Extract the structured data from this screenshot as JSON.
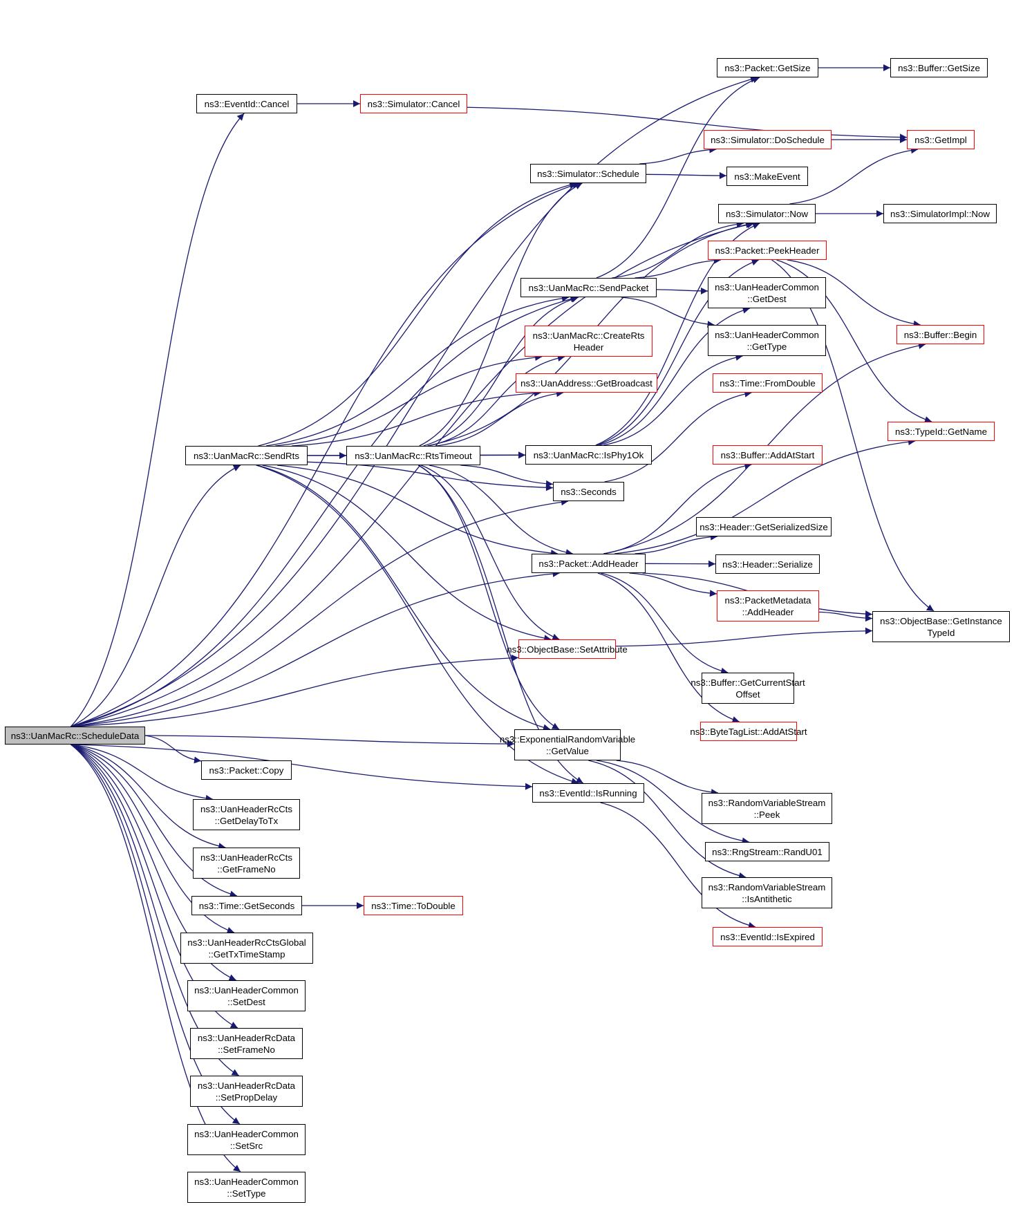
{
  "diagram": {
    "type": "call-graph",
    "root": "ns3::UanMacRc::ScheduleData",
    "colors": {
      "edge": "#191970",
      "border": "#000000",
      "truncated_border": "#ff0000",
      "root_fill": "#bfbfbf"
    },
    "nodes": [
      {
        "id": "ScheduleData",
        "label": "ns3::UanMacRc::ScheduleData",
        "style": "root"
      },
      {
        "id": "PacketGetSize",
        "label": "ns3::Packet::GetSize",
        "style": "normal"
      },
      {
        "id": "BufferGetSize",
        "label": "ns3::Buffer::GetSize",
        "style": "normal"
      },
      {
        "id": "EventIdCancel",
        "label": "ns3::EventId::Cancel",
        "style": "normal"
      },
      {
        "id": "SimulatorCancel",
        "label": "ns3::Simulator::Cancel",
        "style": "red"
      },
      {
        "id": "DoSchedule",
        "label": "ns3::Simulator::DoSchedule",
        "style": "red"
      },
      {
        "id": "GetImpl",
        "label": "ns3::GetImpl",
        "style": "red"
      },
      {
        "id": "Schedule",
        "label": "ns3::Simulator::Schedule",
        "style": "normal"
      },
      {
        "id": "MakeEvent",
        "label": "ns3::MakeEvent",
        "style": "normal"
      },
      {
        "id": "SimNow",
        "label": "ns3::Simulator::Now",
        "style": "normal"
      },
      {
        "id": "SimImplNow",
        "label": "ns3::SimulatorImpl::Now",
        "style": "normal"
      },
      {
        "id": "PeekHeader",
        "label": "ns3::Packet::PeekHeader",
        "style": "red"
      },
      {
        "id": "SendPacket",
        "label": "ns3::UanMacRc::SendPacket",
        "style": "normal"
      },
      {
        "id": "GetDest",
        "label": "ns3::UanHeaderCommon\n::GetDest",
        "style": "normal"
      },
      {
        "id": "CreateRtsHeader",
        "label": "ns3::UanMacRc::CreateRts\nHeader",
        "style": "red"
      },
      {
        "id": "GetType",
        "label": "ns3::UanHeaderCommon\n::GetType",
        "style": "normal"
      },
      {
        "id": "BufferBegin",
        "label": "ns3::Buffer::Begin",
        "style": "red"
      },
      {
        "id": "GetBroadcast",
        "label": "ns3::UanAddress::GetBroadcast",
        "style": "red"
      },
      {
        "id": "FromDouble",
        "label": "ns3::Time::FromDouble",
        "style": "red"
      },
      {
        "id": "SendRts",
        "label": "ns3::UanMacRc::SendRts",
        "style": "normal"
      },
      {
        "id": "RtsTimeout",
        "label": "ns3::UanMacRc::RtsTimeout",
        "style": "normal"
      },
      {
        "id": "IsPhy1Ok",
        "label": "ns3::UanMacRc::IsPhy1Ok",
        "style": "normal"
      },
      {
        "id": "TypeIdGetName",
        "label": "ns3::TypeId::GetName",
        "style": "red"
      },
      {
        "id": "BufferAddAtStart",
        "label": "ns3::Buffer::AddAtStart",
        "style": "red"
      },
      {
        "id": "Seconds",
        "label": "ns3::Seconds",
        "style": "normal"
      },
      {
        "id": "GetSerializedSize",
        "label": "ns3::Header::GetSerializedSize",
        "style": "normal"
      },
      {
        "id": "HeaderSerialize",
        "label": "ns3::Header::Serialize",
        "style": "normal"
      },
      {
        "id": "AddHeader",
        "label": "ns3::Packet::AddHeader",
        "style": "normal"
      },
      {
        "id": "PMAddHeader",
        "label": "ns3::PacketMetadata\n::AddHeader",
        "style": "red"
      },
      {
        "id": "GetInstanceTypeId",
        "label": "ns3::ObjectBase::GetInstance\nTypeId",
        "style": "normal"
      },
      {
        "id": "SetAttribute",
        "label": "ns3::ObjectBase::SetAttribute",
        "style": "red"
      },
      {
        "id": "GetCurrentStartOffset",
        "label": "ns3::Buffer::GetCurrentStart\nOffset",
        "style": "normal"
      },
      {
        "id": "BTLAddAtStart",
        "label": "ns3::ByteTagList::AddAtStart",
        "style": "red"
      },
      {
        "id": "ExpGetValue",
        "label": "ns3::ExponentialRandomVariable\n::GetValue",
        "style": "normal"
      },
      {
        "id": "PacketCopy",
        "label": "ns3::Packet::Copy",
        "style": "normal"
      },
      {
        "id": "IsRunning",
        "label": "ns3::EventId::IsRunning",
        "style": "normal"
      },
      {
        "id": "RVSPeek",
        "label": "ns3::RandomVariableStream\n::Peek",
        "style": "normal"
      },
      {
        "id": "GetDelayToTx",
        "label": "ns3::UanHeaderRcCts\n::GetDelayToTx",
        "style": "normal"
      },
      {
        "id": "RandU01",
        "label": "ns3::RngStream::RandU01",
        "style": "normal"
      },
      {
        "id": "CtsGetFrameNo",
        "label": "ns3::UanHeaderRcCts\n::GetFrameNo",
        "style": "normal"
      },
      {
        "id": "IsAntithetic",
        "label": "ns3::RandomVariableStream\n::IsAntithetic",
        "style": "normal"
      },
      {
        "id": "TimeGetSeconds",
        "label": "ns3::Time::GetSeconds",
        "style": "normal"
      },
      {
        "id": "ToDouble",
        "label": "ns3::Time::ToDouble",
        "style": "red"
      },
      {
        "id": "IsExpired",
        "label": "ns3::EventId::IsExpired",
        "style": "red"
      },
      {
        "id": "GetTxTimeStamp",
        "label": "ns3::UanHeaderRcCtsGlobal\n::GetTxTimeStamp",
        "style": "normal"
      },
      {
        "id": "SetDest",
        "label": "ns3::UanHeaderCommon\n::SetDest",
        "style": "normal"
      },
      {
        "id": "DataSetFrameNo",
        "label": "ns3::UanHeaderRcData\n::SetFrameNo",
        "style": "normal"
      },
      {
        "id": "SetPropDelay",
        "label": "ns3::UanHeaderRcData\n::SetPropDelay",
        "style": "normal"
      },
      {
        "id": "SetSrc",
        "label": "ns3::UanHeaderCommon\n::SetSrc",
        "style": "normal"
      },
      {
        "id": "SetType",
        "label": "ns3::UanHeaderCommon\n::SetType",
        "style": "normal"
      }
    ],
    "edges": [
      [
        "ScheduleData",
        "PacketGetSize"
      ],
      [
        "ScheduleData",
        "EventIdCancel"
      ],
      [
        "ScheduleData",
        "Schedule"
      ],
      [
        "ScheduleData",
        "SimNow"
      ],
      [
        "ScheduleData",
        "SendPacket"
      ],
      [
        "ScheduleData",
        "SendRts"
      ],
      [
        "ScheduleData",
        "Seconds"
      ],
      [
        "ScheduleData",
        "AddHeader"
      ],
      [
        "ScheduleData",
        "SetAttribute"
      ],
      [
        "ScheduleData",
        "ExpGetValue"
      ],
      [
        "ScheduleData",
        "IsRunning"
      ],
      [
        "ScheduleData",
        "PacketCopy"
      ],
      [
        "ScheduleData",
        "GetDelayToTx"
      ],
      [
        "ScheduleData",
        "CtsGetFrameNo"
      ],
      [
        "ScheduleData",
        "TimeGetSeconds"
      ],
      [
        "ScheduleData",
        "GetTxTimeStamp"
      ],
      [
        "ScheduleData",
        "SetDest"
      ],
      [
        "ScheduleData",
        "DataSetFrameNo"
      ],
      [
        "ScheduleData",
        "SetPropDelay"
      ],
      [
        "ScheduleData",
        "SetSrc"
      ],
      [
        "ScheduleData",
        "SetType"
      ],
      [
        "PacketGetSize",
        "BufferGetSize"
      ],
      [
        "EventIdCancel",
        "SimulatorCancel"
      ],
      [
        "SimulatorCancel",
        "GetImpl"
      ],
      [
        "Schedule",
        "DoSchedule"
      ],
      [
        "Schedule",
        "MakeEvent"
      ],
      [
        "DoSchedule",
        "GetImpl"
      ],
      [
        "SimNow",
        "GetImpl"
      ],
      [
        "SimNow",
        "SimImplNow"
      ],
      [
        "SendPacket",
        "PacketGetSize"
      ],
      [
        "SendPacket",
        "SimNow"
      ],
      [
        "SendPacket",
        "PeekHeader"
      ],
      [
        "SendPacket",
        "GetDest"
      ],
      [
        "SendPacket",
        "GetType"
      ],
      [
        "PeekHeader",
        "BufferBegin"
      ],
      [
        "PeekHeader",
        "TypeIdGetName"
      ],
      [
        "PeekHeader",
        "GetInstanceTypeId"
      ],
      [
        "SendRts",
        "Schedule"
      ],
      [
        "SendRts",
        "SendPacket"
      ],
      [
        "SendRts",
        "CreateRtsHeader"
      ],
      [
        "SendRts",
        "GetBroadcast"
      ],
      [
        "SendRts",
        "RtsTimeout"
      ],
      [
        "SendRts",
        "IsPhy1Ok"
      ],
      [
        "SendRts",
        "Seconds"
      ],
      [
        "SendRts",
        "AddHeader"
      ],
      [
        "SendRts",
        "SetAttribute"
      ],
      [
        "SendRts",
        "ExpGetValue"
      ],
      [
        "SendRts",
        "IsRunning"
      ],
      [
        "RtsTimeout",
        "Schedule"
      ],
      [
        "RtsTimeout",
        "SendPacket"
      ],
      [
        "RtsTimeout",
        "CreateRtsHeader"
      ],
      [
        "RtsTimeout",
        "GetBroadcast"
      ],
      [
        "RtsTimeout",
        "SimNow"
      ],
      [
        "RtsTimeout",
        "IsPhy1Ok"
      ],
      [
        "RtsTimeout",
        "Seconds"
      ],
      [
        "RtsTimeout",
        "AddHeader"
      ],
      [
        "RtsTimeout",
        "SetAttribute"
      ],
      [
        "RtsTimeout",
        "ExpGetValue"
      ],
      [
        "RtsTimeout",
        "IsRunning"
      ],
      [
        "IsPhy1Ok",
        "SimNow"
      ],
      [
        "IsPhy1Ok",
        "PeekHeader"
      ],
      [
        "IsPhy1Ok",
        "GetDest"
      ],
      [
        "IsPhy1Ok",
        "GetType"
      ],
      [
        "Seconds",
        "FromDouble"
      ],
      [
        "AddHeader",
        "BufferAddAtStart"
      ],
      [
        "AddHeader",
        "BufferBegin"
      ],
      [
        "AddHeader",
        "TypeIdGetName"
      ],
      [
        "AddHeader",
        "GetSerializedSize"
      ],
      [
        "AddHeader",
        "HeaderSerialize"
      ],
      [
        "AddHeader",
        "PMAddHeader"
      ],
      [
        "AddHeader",
        "GetInstanceTypeId"
      ],
      [
        "AddHeader",
        "GetCurrentStartOffset"
      ],
      [
        "AddHeader",
        "BTLAddAtStart"
      ],
      [
        "PMAddHeader",
        "GetInstanceTypeId"
      ],
      [
        "SetAttribute",
        "GetInstanceTypeId"
      ],
      [
        "ExpGetValue",
        "RVSPeek"
      ],
      [
        "ExpGetValue",
        "RandU01"
      ],
      [
        "ExpGetValue",
        "IsAntithetic"
      ],
      [
        "IsRunning",
        "IsExpired"
      ],
      [
        "TimeGetSeconds",
        "ToDouble"
      ]
    ]
  }
}
